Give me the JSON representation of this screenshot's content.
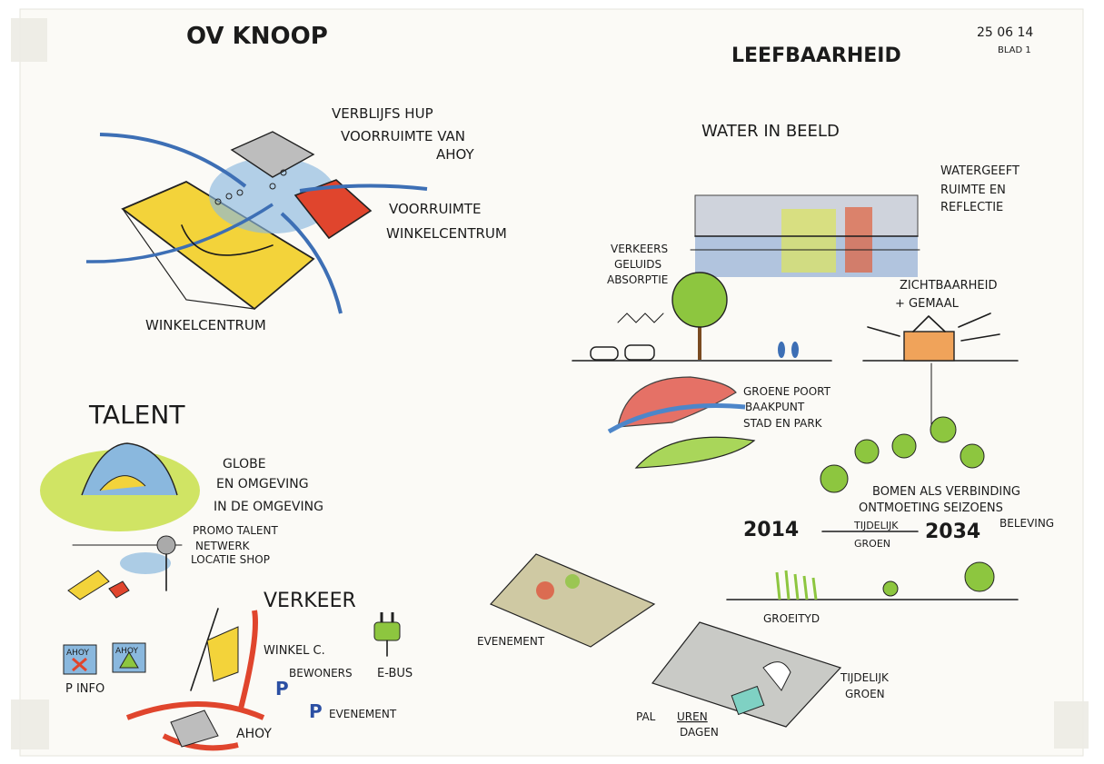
{
  "header": {
    "title_left": "OV KNOOP",
    "title_right": "LEEFBAARHEID",
    "date": "25 06 14",
    "sheet": "BLAD 1"
  },
  "ov_knoop": {
    "label_verblijf_1": "VERBLIJFS HUP",
    "label_verblijf_2": "VOORRUIMTE VAN",
    "label_verblijf_3": "AHOY",
    "label_voorruimte_1": "VOORRUIMTE",
    "label_voorruimte_2": "WINKELCENTRUM",
    "label_winkelcentrum": "WINKELCENTRUM"
  },
  "leefbaarheid": {
    "water_in_beeld": "WATER IN BEELD",
    "watergeeft_1": "WATERGEEFT",
    "watergeeft_2": "RUIMTE EN",
    "watergeeft_3": "REFLECTIE",
    "verkeer_1": "VERKEERS",
    "verkeer_2": "GELUIDS",
    "verkeer_3": "ABSORPTIE",
    "zicht_1": "ZICHTBAARHEID",
    "zicht_2": "+ GEMAAL",
    "groene_1": "GROENE POORT",
    "groene_2": "BAAKPUNT",
    "groene_3": "STAD EN PARK",
    "bomen_1": "BOMEN ALS VERBINDING",
    "bomen_2": "ONTMOETING  SEIZOENS",
    "bomen_3": "BELEVING",
    "year_start": "2014",
    "arrow_label_1": "TIJDELIJK",
    "arrow_label_2": "GROEN",
    "year_end": "2034",
    "groeityd": "GROEITYD",
    "evenement": "EVENEMENT",
    "tijdelijk_1": "TIJDELIJK",
    "tijdelijk_2": "GROEN",
    "pal": "PAL",
    "uren": "UREN",
    "dagen": "DAGEN"
  },
  "talent": {
    "title": "TALENT",
    "globe_1": "GLOBE",
    "globe_2": "EN OMGEVING",
    "globe_3": "IN DE OMGEVING",
    "promo_1": "PROMO TALENT",
    "promo_2": "NETWERK",
    "promo_3": "LOCATIE SHOP"
  },
  "verkeer": {
    "title": "VERKEER",
    "winkel": "WINKEL C.",
    "bewoners": "BEWONERS",
    "ebus": "E-BUS",
    "parking_symbol": "P",
    "evenement": "EVENEMENT",
    "ahoy": "AHOY",
    "sign_ahoy": "AHOY",
    "p_info": "P INFO"
  },
  "colors": {
    "yellow": "#f3d33a",
    "red": "#e0452d",
    "blue": "#4d86c9",
    "green": "#8dc63f",
    "grey": "#9a9a9a"
  }
}
